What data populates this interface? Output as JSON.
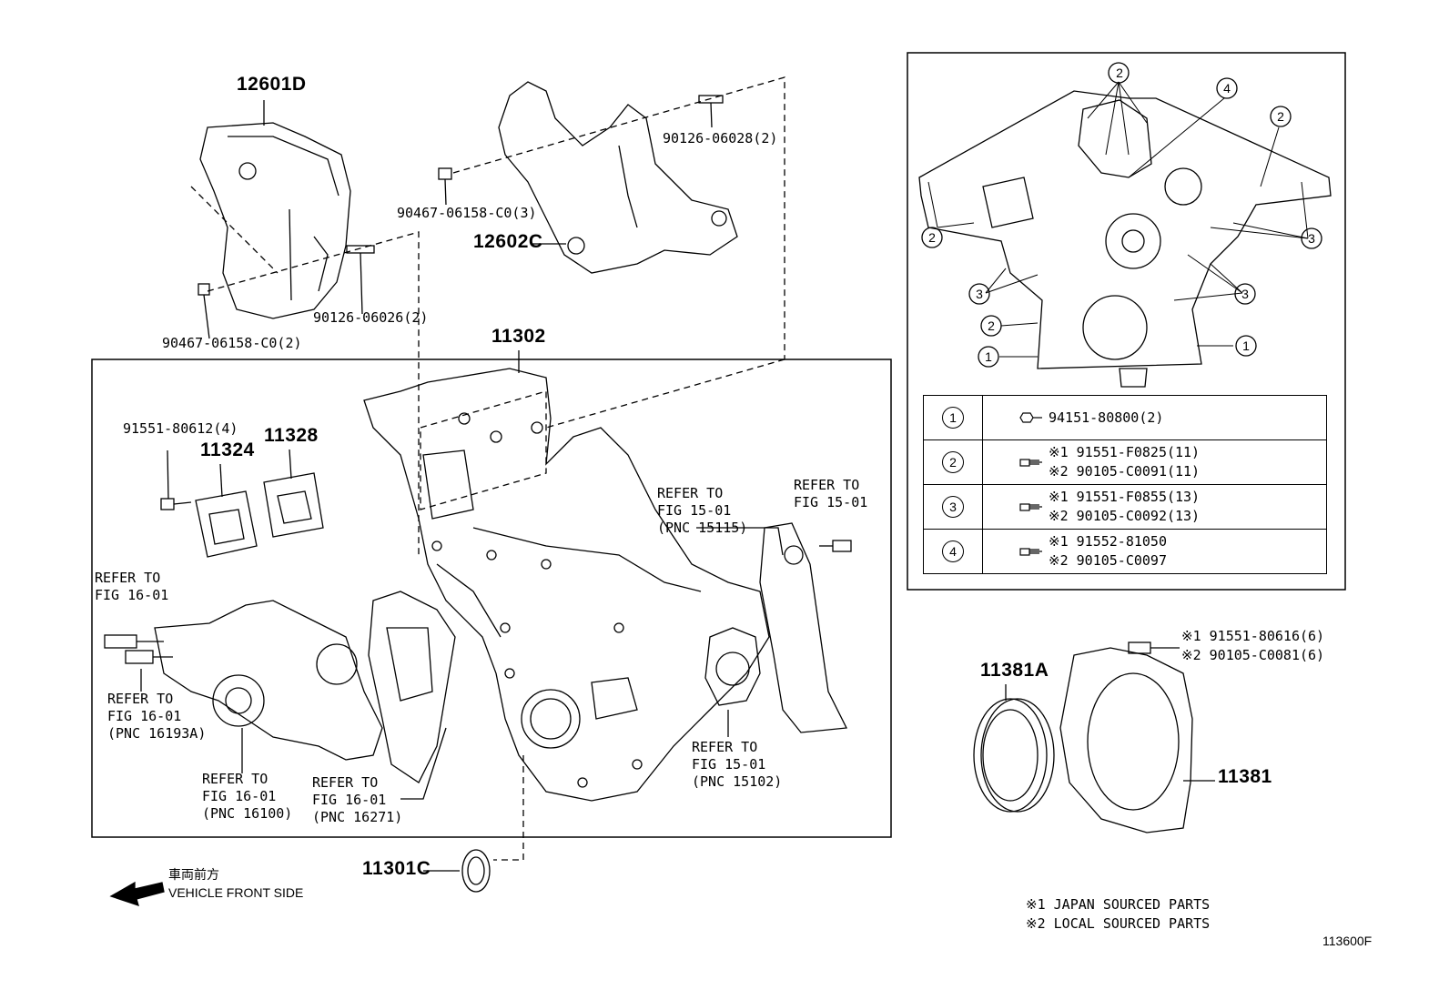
{
  "parts": {
    "p12601D": "12601D",
    "p90467_a": "90467-06158-C0(2)",
    "p90126_06026": "90126-06026(2)",
    "p12602C": "12602C",
    "p90467_b": "90467-06158-C0(3)",
    "p90126_06028": "90126-06028(2)",
    "p11302": "11302",
    "p91551_80612": "91551-80612(4)",
    "p11324": "11324",
    "p11328": "11328",
    "p11301C": "11301C",
    "p11381A": "11381A",
    "p11381": "11381",
    "seal_bolt_1": "※1 91551-80616(6)",
    "seal_bolt_2": "※2 90105-C0081(6)"
  },
  "refs": {
    "r1_l1": "REFER TO",
    "r1_l2": "FIG 15-01",
    "r1_l3": "(PNC 15115)",
    "r2_l1": "REFER TO",
    "r2_l2": "FIG 15-01",
    "r3_l1": "REFER TO",
    "r3_l2": "FIG 16-01",
    "r4_l1": "REFER TO",
    "r4_l2": "FIG 16-01",
    "r4_l3": "(PNC 16193A)",
    "r5_l1": "REFER TO",
    "r5_l2": "FIG 16-01",
    "r5_l3": "(PNC 16100)",
    "r6_l1": "REFER TO",
    "r6_l2": "FIG 16-01",
    "r6_l3": "(PNC 16271)",
    "r7_l1": "REFER TO",
    "r7_l2": "FIG 15-01",
    "r7_l3": "(PNC 15102)"
  },
  "inset": {
    "callouts": [
      "2",
      "4",
      "2",
      "2",
      "3",
      "3",
      "3",
      "2",
      "1",
      "1"
    ]
  },
  "legend": [
    {
      "num": "1",
      "line1": "94151-80800(2)",
      "line2": ""
    },
    {
      "num": "2",
      "line1": "※1 91551-F0825(11)",
      "line2": "※2 90105-C0091(11)"
    },
    {
      "num": "3",
      "line1": "※1 91551-F0855(13)",
      "line2": "※2 90105-C0092(13)"
    },
    {
      "num": "4",
      "line1": "※1 91552-81050",
      "line2": "※2 90105-C0097"
    }
  ],
  "front": {
    "jp": "車両前方",
    "en": "VEHICLE FRONT SIDE"
  },
  "notes": {
    "n1": "※1 JAPAN SOURCED PARTS",
    "n2": "※2 LOCAL SOURCED PARTS"
  },
  "figure_id": "113600F"
}
